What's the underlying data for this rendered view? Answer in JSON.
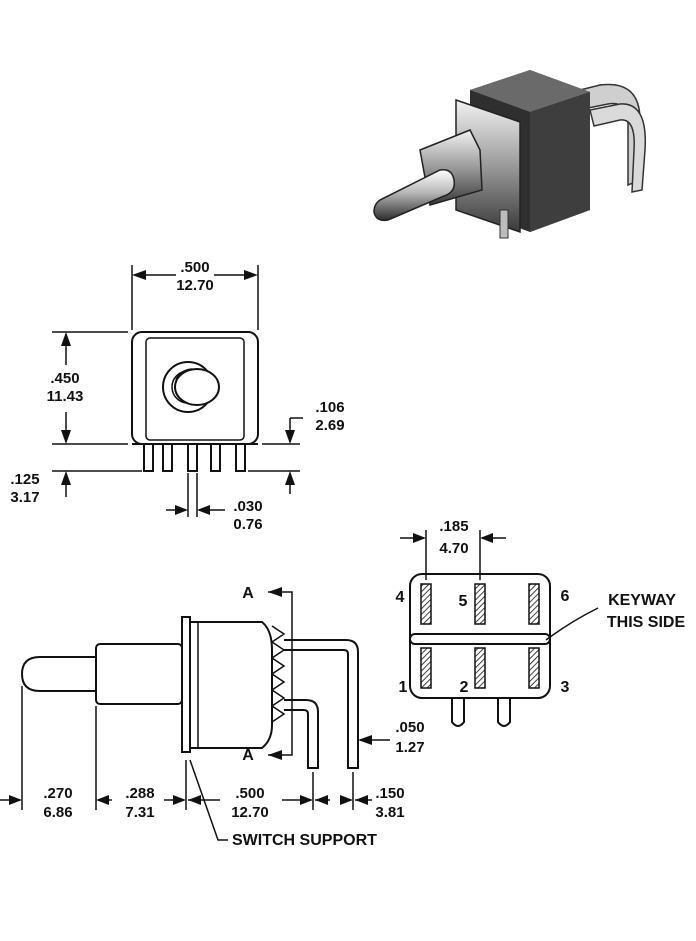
{
  "dimensions": {
    "width_in": ".500",
    "width_mm": "12.70",
    "height_in": ".450",
    "height_mm": "11.43",
    "base_in": ".106",
    "base_mm": "2.69",
    "pin_len_in": ".125",
    "pin_len_mm": "3.17",
    "pin_w_in": ".030",
    "pin_w_mm": "0.76",
    "pitch_in": ".185",
    "pitch_mm": "4.70",
    "bend_in": ".050",
    "bend_mm": "1.27",
    "lever_in": ".270",
    "lever_mm": "6.86",
    "bushing_in": ".288",
    "bushing_mm": "7.31",
    "body_in": ".500",
    "body_mm": "12.70",
    "pin_off_in": ".150",
    "pin_off_mm": "3.81"
  },
  "labels": {
    "section_a_top": "A",
    "section_a_bottom": "A",
    "keyway_1": "KEYWAY",
    "keyway_2": "THIS SIDE",
    "switch_support": "SWITCH SUPPORT"
  },
  "terminals": [
    "1",
    "2",
    "3",
    "4",
    "5",
    "6"
  ]
}
